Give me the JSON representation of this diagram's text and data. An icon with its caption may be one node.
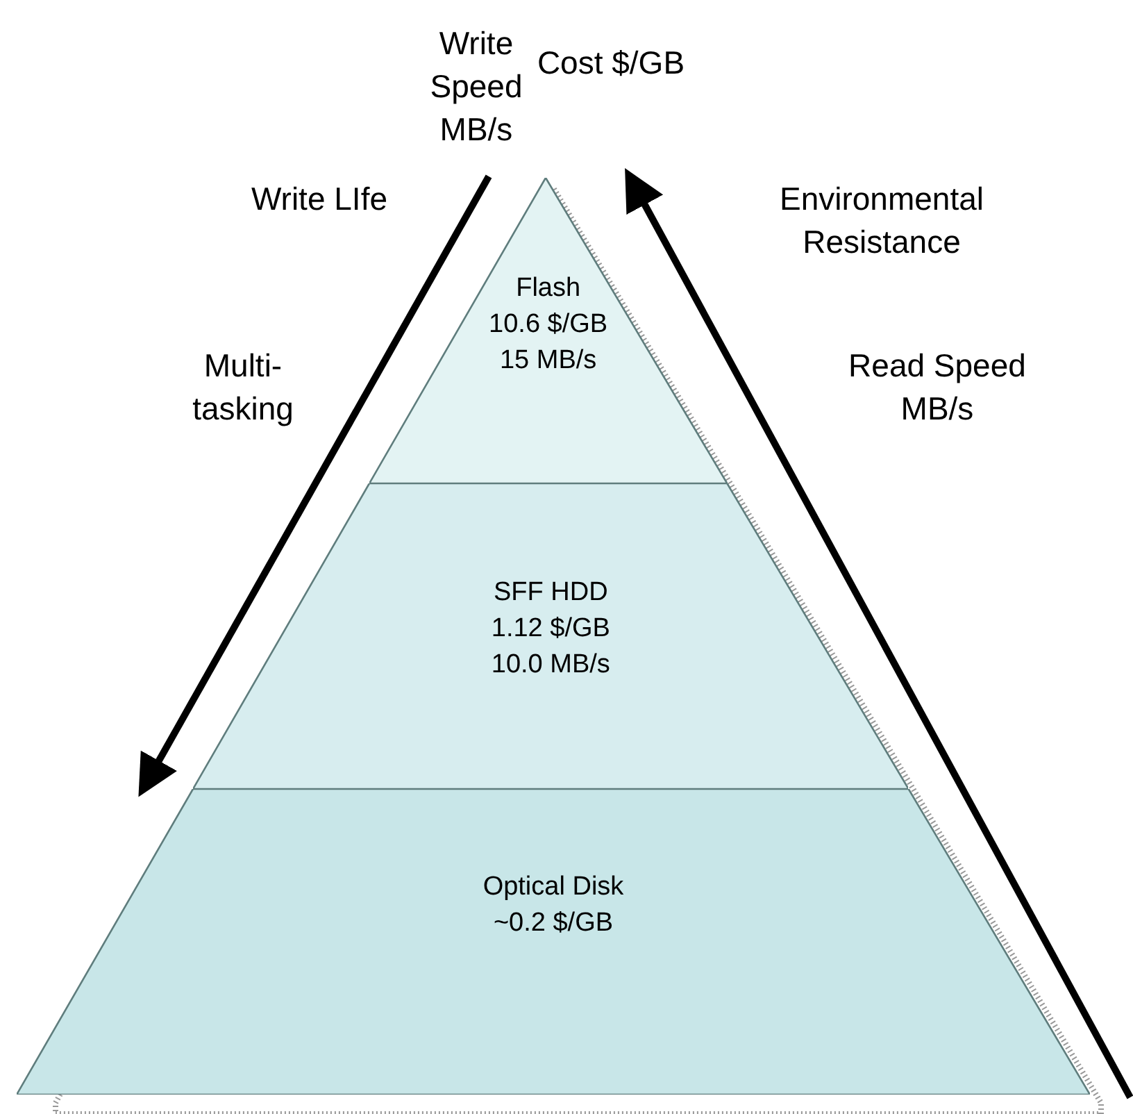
{
  "diagram": {
    "nodes": [
      {
        "text": [
          "Flash",
          "10.6 $/GB",
          "15 MB/s"
        ]
      },
      {
        "text": [
          "SFF HDD",
          "1.12 $/GB",
          "10.0 MB/s"
        ]
      },
      {
        "text": [
          "Optical Disk",
          "~0.2 $/GB"
        ]
      }
    ],
    "labels": [
      "Write Speed MB/s",
      "Cost $/GB",
      "Write LIfe",
      "Environmental Resistance",
      "Multi- tasking",
      "Read Speed MB/s"
    ]
  }
}
